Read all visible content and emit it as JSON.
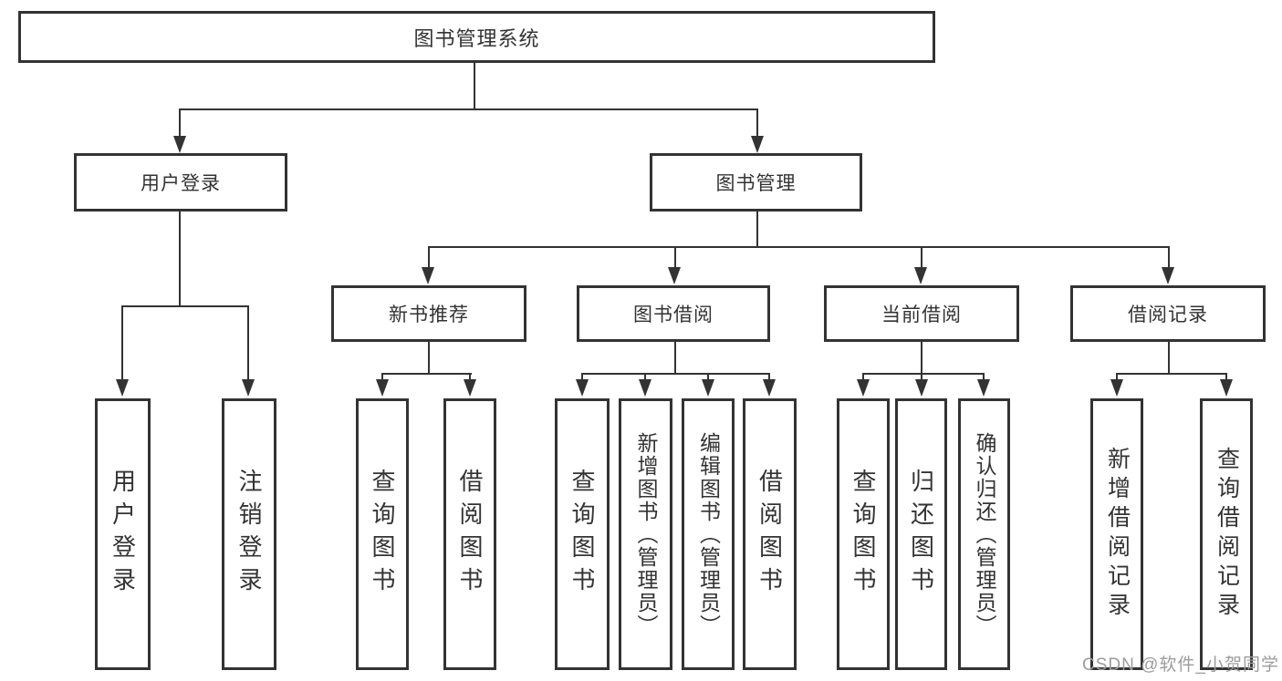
{
  "colors": {
    "bg": "#ffffff",
    "line": "#333333",
    "text": "#333333",
    "watermark": "#9c9c9c"
  },
  "tree": {
    "root": "图书管理系统",
    "login": {
      "label": "用户登录",
      "children": [
        "用户登录",
        "注销登录"
      ]
    },
    "manage": {
      "label": "图书管理",
      "groups": [
        {
          "label": "新书推荐",
          "children": [
            "查询图书",
            "借阅图书"
          ]
        },
        {
          "label": "图书借阅",
          "children": [
            "查询图书",
            "新增图书（管理员）",
            "编辑图书（管理员）",
            "借阅图书"
          ]
        },
        {
          "label": "当前借阅",
          "children": [
            "查询图书",
            "归还图书",
            "确认归还（管理员）"
          ]
        },
        {
          "label": "借阅记录",
          "children": [
            "新增借阅记录",
            "查询借阅记录"
          ]
        }
      ]
    }
  },
  "watermark": {
    "text": "CSDN @软件_小贺同学"
  }
}
